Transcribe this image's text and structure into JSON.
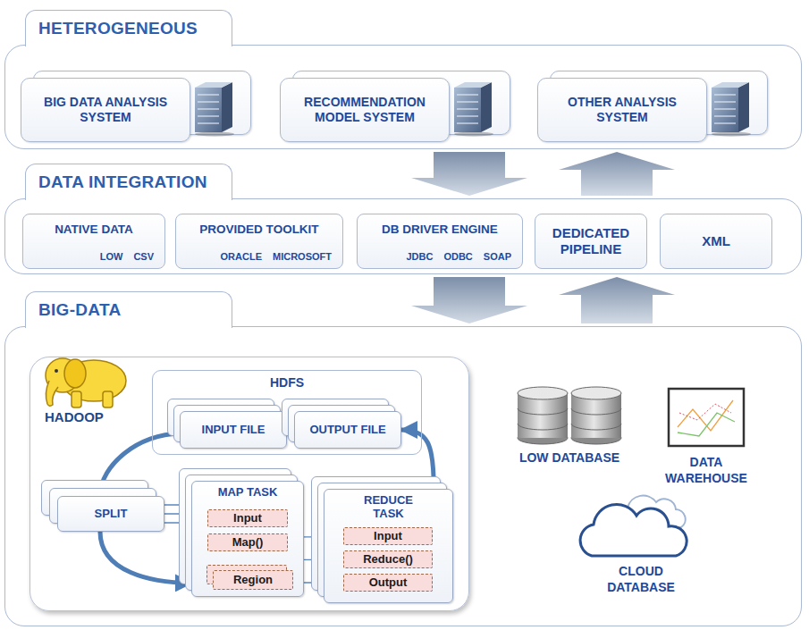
{
  "diagram": {
    "nodes": [
      {
        "text": [
          "HETEROGENEOUS"
        ]
      },
      {
        "text": [
          "BIG DATA ANALYSIS SYSTEM"
        ],
        "in": 0
      },
      {
        "text": [
          "RECOMMENDATION MODEL SYSTEM"
        ],
        "in": 0
      },
      {
        "text": [
          "OTHER ANALYSIS SYSTEM"
        ],
        "in": 0
      },
      {
        "text": [
          "DATA INTEGRATION"
        ]
      },
      {
        "text": [
          "NATIVE DATA",
          "LOW",
          "CSV"
        ],
        "in": 4
      },
      {
        "text": [
          "PROVIDED TOOLKIT",
          "ORACLE",
          "MICROSOFT"
        ],
        "in": 4
      },
      {
        "text": [
          "DB DRIVER ENGINE",
          "JDBC",
          "ODBC",
          "SOAP"
        ],
        "in": 4
      },
      {
        "text": [
          "DEDICATED PIPELINE"
        ],
        "in": 4
      },
      {
        "text": [
          "XML"
        ],
        "in": 4
      },
      {
        "text": [
          "BIG-DATA"
        ]
      },
      {
        "text": [
          "HADOOP"
        ],
        "in": 10
      },
      {
        "text": [
          "HDFS"
        ],
        "in": 11
      },
      {
        "text": [
          "INPUT FILE"
        ],
        "in": 12
      },
      {
        "text": [
          "OUTPUT FILE"
        ],
        "in": 12
      },
      {
        "text": [
          "SPLIT"
        ],
        "in": 11
      },
      {
        "text": [
          "MAP TASK"
        ],
        "in": 11
      },
      {
        "text": [
          "Input"
        ],
        "in": 16
      },
      {
        "text": [
          "Map()"
        ],
        "in": 16
      },
      {
        "text": [
          "Region"
        ],
        "in": 16
      },
      {
        "text": [
          "REDUCE TASK"
        ],
        "in": 11
      },
      {
        "text": [
          "Input"
        ],
        "in": 20
      },
      {
        "text": [
          "Reduce()"
        ],
        "in": 20
      },
      {
        "text": [
          "Output"
        ],
        "in": 20
      }
    ],
    "edges": [
      {
        "from": 0,
        "to": 4,
        "arrow": "to"
      },
      {
        "from": 4,
        "to": 0,
        "arrow": "to"
      },
      {
        "from": 4,
        "to": 10,
        "arrow": "to"
      },
      {
        "from": 10,
        "to": 4,
        "arrow": "to"
      },
      {
        "from": 13,
        "to": 15,
        "arrow": "to"
      },
      {
        "from": 15,
        "to": 16,
        "arrow": "to"
      },
      {
        "from": 15,
        "to": 16,
        "arrow": "none"
      },
      {
        "from": 16,
        "to": 20,
        "arrow": "none"
      },
      {
        "from": 20,
        "to": 14,
        "arrow": "to"
      }
    ],
    "labels": [
      "LOW DATABASE",
      "DATA WAREHOUSE",
      "CLOUD DATABASE"
    ]
  }
}
